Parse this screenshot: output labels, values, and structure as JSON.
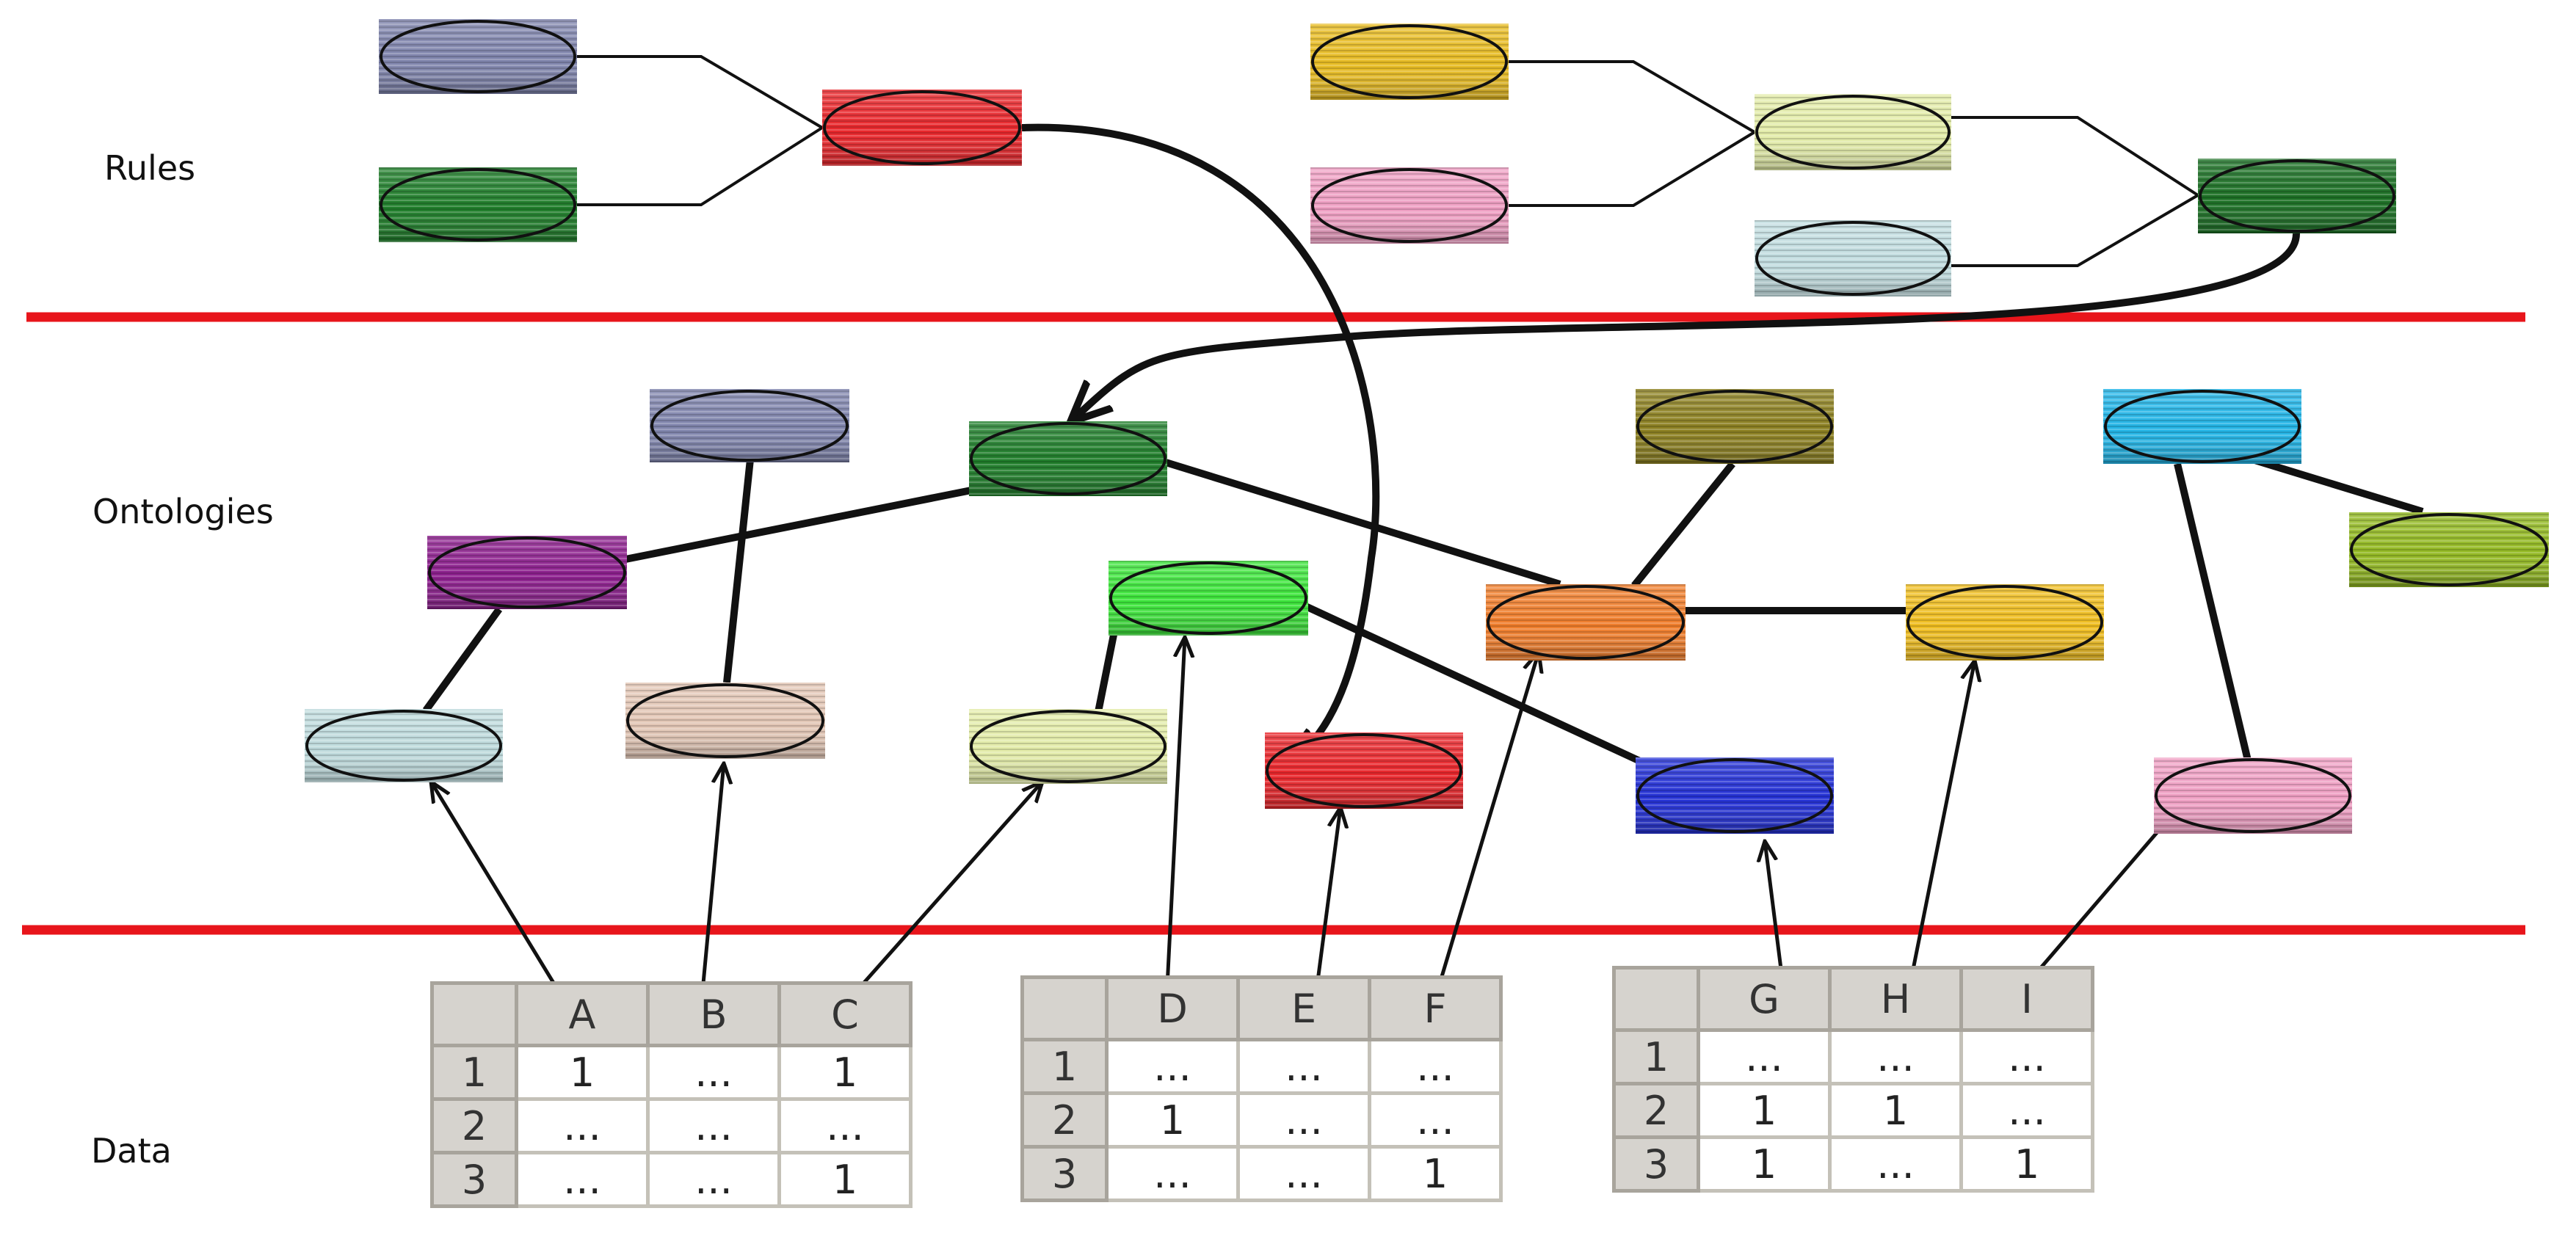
{
  "layers": {
    "rules": "Rules",
    "ontologies": "Ontologies",
    "data": "Data"
  },
  "colors": {
    "separator": "#e8151b",
    "edge": "#111111"
  },
  "tables": [
    {
      "columns": [
        "A",
        "B",
        "C"
      ],
      "rows": [
        {
          "index": "1",
          "cells": [
            "1",
            "...",
            "1"
          ]
        },
        {
          "index": "2",
          "cells": [
            "...",
            "...",
            "..."
          ]
        },
        {
          "index": "3",
          "cells": [
            "...",
            "...",
            "1"
          ]
        }
      ]
    },
    {
      "columns": [
        "D",
        "E",
        "F"
      ],
      "rows": [
        {
          "index": "1",
          "cells": [
            "...",
            "...",
            "..."
          ]
        },
        {
          "index": "2",
          "cells": [
            "1",
            "...",
            "..."
          ]
        },
        {
          "index": "3",
          "cells": [
            "...",
            "...",
            "1"
          ]
        }
      ]
    },
    {
      "columns": [
        "G",
        "H",
        "I"
      ],
      "rows": [
        {
          "index": "1",
          "cells": [
            "...",
            "...",
            "..."
          ]
        },
        {
          "index": "2",
          "cells": [
            "1",
            "1",
            "..."
          ]
        },
        {
          "index": "3",
          "cells": [
            "1",
            "...",
            "1"
          ]
        }
      ]
    }
  ],
  "nodes": [
    {
      "id": "r-purple",
      "color": "#7f84ac"
    },
    {
      "id": "r-green",
      "color": "#1f7d2a"
    },
    {
      "id": "r-red",
      "color": "#e8262b"
    },
    {
      "id": "r-gold",
      "color": "#e7bb22"
    },
    {
      "id": "r-pink",
      "color": "#ef9fc3"
    },
    {
      "id": "r-cream",
      "color": "#e3eca9"
    },
    {
      "id": "r-lightblue",
      "color": "#c2dde0"
    },
    {
      "id": "r-darkgreen",
      "color": "#1b6f24"
    },
    {
      "id": "o-purple",
      "color": "#7f84ac"
    },
    {
      "id": "o-green",
      "color": "#1f7d2a"
    },
    {
      "id": "o-violet",
      "color": "#8c1f8d"
    },
    {
      "id": "o-paleblue",
      "color": "#bfdbdd"
    },
    {
      "id": "o-peach",
      "color": "#e3c7b6"
    },
    {
      "id": "o-lime",
      "color": "#3ce43a"
    },
    {
      "id": "o-cream",
      "color": "#e3eca9"
    },
    {
      "id": "o-red",
      "color": "#e8262b"
    },
    {
      "id": "o-olive",
      "color": "#8b7f20"
    },
    {
      "id": "o-orange",
      "color": "#ef7d2b"
    },
    {
      "id": "o-yellow",
      "color": "#efbd20"
    },
    {
      "id": "o-blue",
      "color": "#2330d4"
    },
    {
      "id": "o-cyan",
      "color": "#22b4e6"
    },
    {
      "id": "o-yellowgreen",
      "color": "#93b923"
    },
    {
      "id": "o-pink",
      "color": "#ef9fc3"
    }
  ]
}
